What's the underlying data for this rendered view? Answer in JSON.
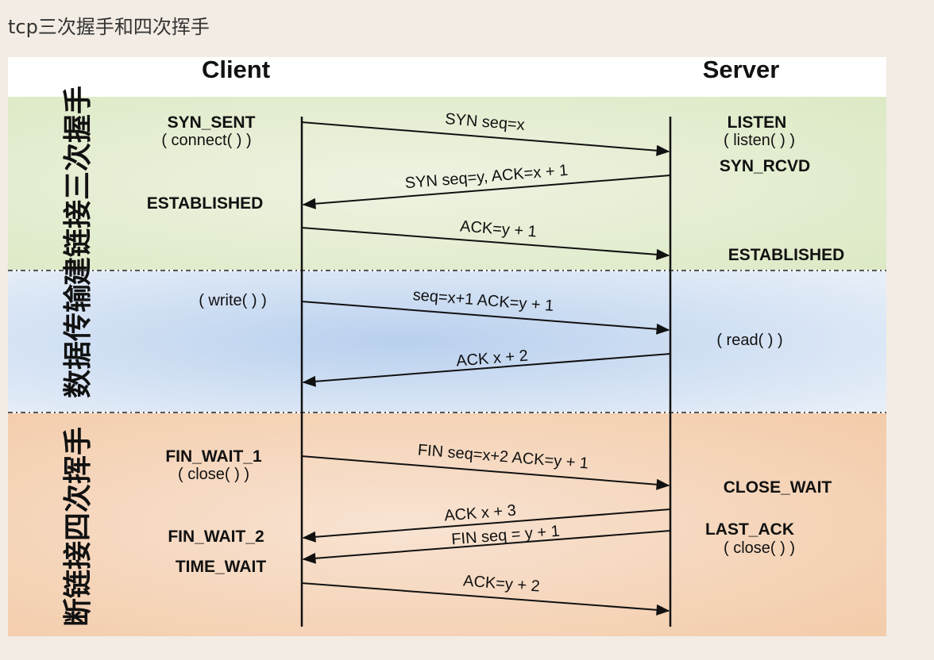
{
  "page": {
    "title": "tcp三次握手和四次挥手"
  },
  "diagram": {
    "client_header": "Client",
    "server_header": "Server",
    "phases": {
      "handshake": "建链接三次握手",
      "transfer": "数据传输",
      "teardown": "断链接四次挥手"
    },
    "client_labels": {
      "syn_sent": "SYN_SENT",
      "connect_call": "( connect( ) )",
      "established": "ESTABLISHED",
      "write_call": "( write( ) )",
      "fin_wait_1": "FIN_WAIT_1",
      "close_call": "( close( ) )",
      "fin_wait_2": "FIN_WAIT_2",
      "time_wait": "TIME_WAIT"
    },
    "server_labels": {
      "listen": "LISTEN",
      "listen_call": "( listen( ) )",
      "syn_rcvd": "SYN_RCVD",
      "established": "ESTABLISHED",
      "read_call": "( read( ) )",
      "close_wait": "CLOSE_WAIT",
      "last_ack": "LAST_ACK",
      "close_call": "( close( ) )"
    },
    "messages": {
      "syn": "SYN seq=x",
      "syn_ack": "SYN seq=y, ACK=x + 1",
      "ack": "ACK=y + 1",
      "data": "seq=x+1 ACK=y + 1",
      "data_ack": "ACK x + 2",
      "fin_client": "FIN seq=x+2 ACK=y + 1",
      "ack_fin": "ACK x + 3",
      "fin_server": "FIN seq = y + 1",
      "final_ack": "ACK=y + 2"
    },
    "colors": {
      "handshake_band": "#e9f0d9",
      "transfer_band": "#d6e4f4",
      "teardown_band": "#f6d9c2",
      "line": "#111111"
    }
  }
}
